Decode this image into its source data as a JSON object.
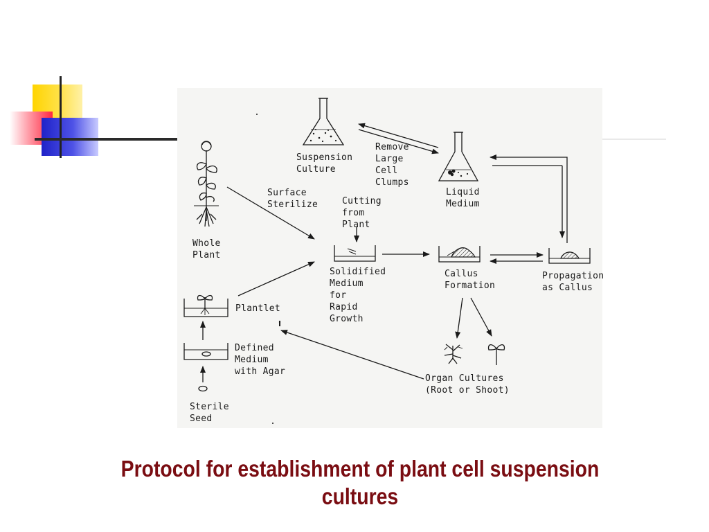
{
  "slide": {
    "caption": "Protocol for establishment of plant cell suspension cultures"
  },
  "diagram": {
    "labels": {
      "suspension_culture": "Suspension\nCulture",
      "remove_clumps": "Remove\nLarge\nCell\nClumps",
      "liquid_medium": "Liquid\nMedium",
      "surface_sterilize": "Surface\nSterilize",
      "cutting_from_plant": "Cutting\nfrom\nPlant",
      "whole_plant": "Whole\nPlant",
      "solidified_medium": "Solidified\nMedium\nfor\nRapid\nGrowth",
      "callus_formation": "Callus\nFormation",
      "propagation_callus": "Propagation\nas Callus",
      "plantlet": "Plantlet",
      "defined_medium": "Defined\nMedium\nwith Agar",
      "sterile_seed": "Sterile\nSeed",
      "organ_cultures": "Organ Cultures\n(Root or Shoot)"
    }
  },
  "colors": {
    "caption": "#7a0d12",
    "panel": "#f5f5f3",
    "ink": "#1a1a1a"
  }
}
